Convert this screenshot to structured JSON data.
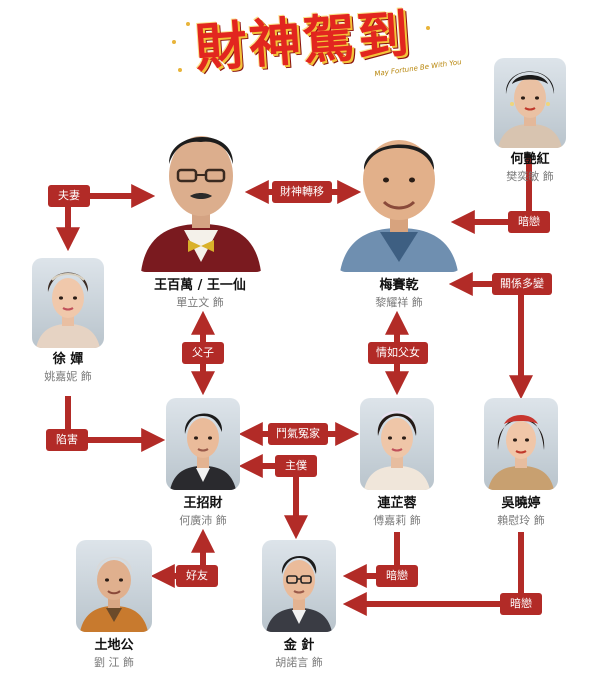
{
  "logo": {
    "title": "財神駕到",
    "subtitle": "May Fortune Be With You"
  },
  "characters": {
    "wangbaiwan": {
      "name": "王百萬 / 王一仙",
      "actor": "單立文 飾"
    },
    "meisaiqian": {
      "name": "梅賽乾",
      "actor": "黎耀祥 飾"
    },
    "heyanhong": {
      "name": "何艷紅",
      "actor": "樊奕敏 飾"
    },
    "xuchan": {
      "name": "徐  嬋",
      "actor": "姚嘉妮 飾"
    },
    "wangzhaocai": {
      "name": "王招財",
      "actor": "何廣沛 飾"
    },
    "lianzhirong": {
      "name": "連芷蓉",
      "actor": "傅嘉莉 飾"
    },
    "wuxiaoting": {
      "name": "吳曉婷",
      "actor": "賴慰玲 飾"
    },
    "tudigong": {
      "name": "土地公",
      "actor": "劉  江 飾"
    },
    "jinzhen": {
      "name": "金  針",
      "actor": "胡諾言 飾"
    }
  },
  "relations": {
    "fuqi": "夫妻",
    "caishen": "財神轉移",
    "anlian_he": "暗戀",
    "guanxi": "關係多變",
    "fuzi": "父子",
    "qingru": "情如父女",
    "xianhai": "陷害",
    "douqi": "鬥氣冤家",
    "zhupu": "主僕",
    "haoyou": "好友",
    "anlian_lian": "暗戀",
    "anlian_wu": "暗戀"
  },
  "colors": {
    "relation": "#b22b27",
    "logo_red": "#e2261f",
    "logo_gold": "#f3c33a"
  }
}
